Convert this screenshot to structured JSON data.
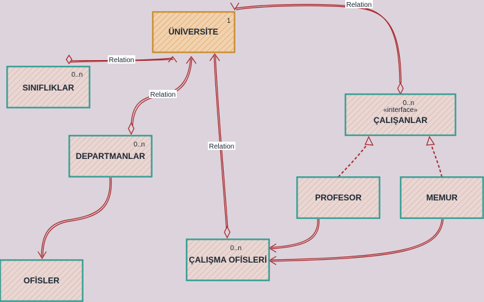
{
  "diagram": {
    "nodes": {
      "universite": {
        "title": "ÜNİVERSİTE",
        "multiplicity": "1"
      },
      "siniflar": {
        "title": "SINIFLIKLAR",
        "multiplicity": "0..n"
      },
      "departmanlar": {
        "title": "DEPARTMANLAR",
        "multiplicity": "0..n"
      },
      "ofisler": {
        "title": "OFİSLER"
      },
      "calisanlar": {
        "title": "ÇALIŞANLAR",
        "multiplicity": "0..n",
        "stereotype": "«interface»"
      },
      "profesor": {
        "title": "PROFESOR"
      },
      "memur": {
        "title": "MEMUR"
      },
      "calisma_ofisleri": {
        "title": "ÇALIŞMA OFİSLERİ",
        "multiplicity": "0..n"
      }
    },
    "edges": {
      "universite_siniflar": {
        "label": "Relation"
      },
      "universite_departmanlar": {
        "label": "Relation"
      },
      "universite_calisma": {
        "label": "Relation"
      },
      "universite_calisanlar": {
        "label": "Relation"
      }
    },
    "colors": {
      "background": "#dcd3dc",
      "box_fill": "#ead6d2",
      "box_border": "#2a9a8e",
      "main_fill": "#f0c9a0",
      "main_border": "#c98a2a",
      "edge": "#a8262a"
    }
  }
}
